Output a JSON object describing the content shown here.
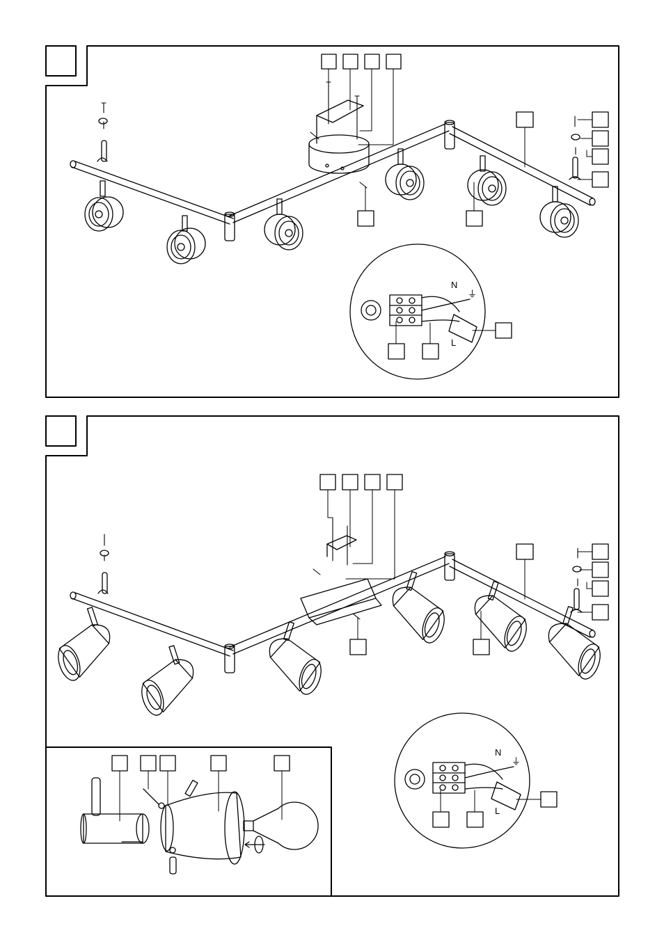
{
  "panels": [
    {
      "wire_labels": {
        "neutral": "N",
        "live": "L",
        "earth": "⏚"
      }
    },
    {
      "wire_labels": {
        "neutral": "N",
        "live": "L",
        "earth": "⏚"
      }
    }
  ],
  "icons": [
    "screw-icon",
    "dowel-icon",
    "earth-symbol-icon",
    "light-bulb-icon",
    "rotate-arrow-icon"
  ]
}
